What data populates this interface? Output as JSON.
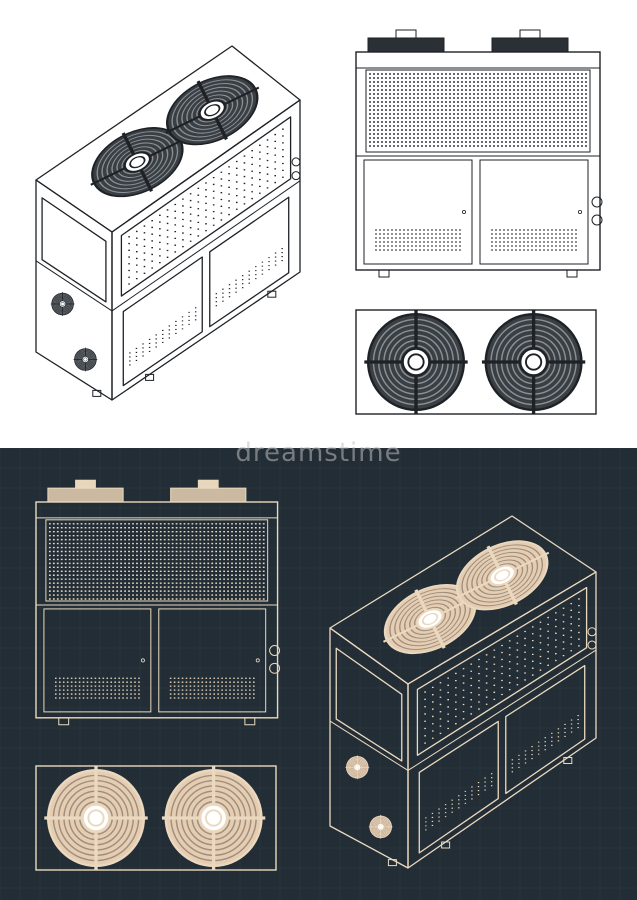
{
  "watermark": "dreamstime",
  "colors": {
    "light_bg": "#ffffff",
    "light_line": "#1e2226",
    "light_fan": "#3a3f44",
    "dark_bg": "#232d35",
    "dark_grid": "#2e3a44",
    "dark_line": "#ead9bf",
    "dark_fan": "#e6cdb2"
  },
  "views": [
    {
      "name": "isometric-view",
      "panel": "light"
    },
    {
      "name": "front-view",
      "panel": "light"
    },
    {
      "name": "top-view",
      "panel": "light"
    },
    {
      "name": "front-view",
      "panel": "dark"
    },
    {
      "name": "top-view",
      "panel": "dark"
    },
    {
      "name": "isometric-view",
      "panel": "dark"
    }
  ]
}
